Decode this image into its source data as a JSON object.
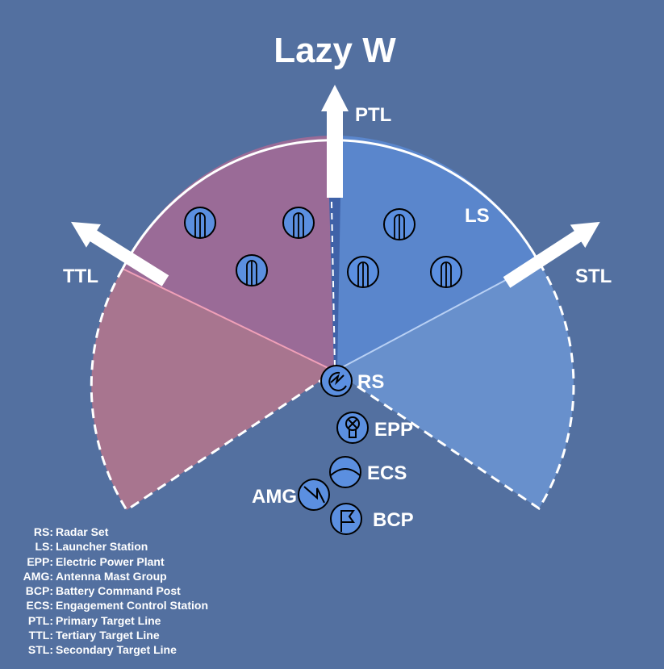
{
  "title": "Lazy W",
  "target_lines": {
    "ptl": "PTL",
    "ttl": "TTL",
    "stl": "STL"
  },
  "sector_label": "LS",
  "equipment": {
    "rs": "RS",
    "epp": "EPP",
    "ecs": "ECS",
    "amg": "AMG",
    "bcp": "BCP"
  },
  "icons": {
    "launcher": "launcher-icon",
    "rs": "radar-icon",
    "epp": "power-plant-icon",
    "ecs": "control-station-icon",
    "amg": "antenna-mast-icon",
    "bcp": "flag-icon"
  },
  "colors": {
    "background": "#5370a0",
    "left_inner": "#9a6b97",
    "left_outer": "#a8758f",
    "right_inner": "#5a86cc",
    "right_outer": "#6890cc",
    "icon_fill": "#5b8fe0"
  },
  "legend": [
    {
      "abbr": "RS:",
      "text": "Radar Set"
    },
    {
      "abbr": "LS:",
      "text": "Launcher Station"
    },
    {
      "abbr": "EPP:",
      "text": "Electric Power Plant"
    },
    {
      "abbr": "AMG:",
      "text": "Antenna Mast Group"
    },
    {
      "abbr": "BCP:",
      "text": "Battery Command Post"
    },
    {
      "abbr": "ECS:",
      "text": "Engagement Control Station"
    },
    {
      "abbr": "PTL:",
      "text": "Primary Target Line"
    },
    {
      "abbr": "TTL:",
      "text": "Tertiary Target Line"
    },
    {
      "abbr": "STL:",
      "text": "Secondary Target Line"
    }
  ]
}
